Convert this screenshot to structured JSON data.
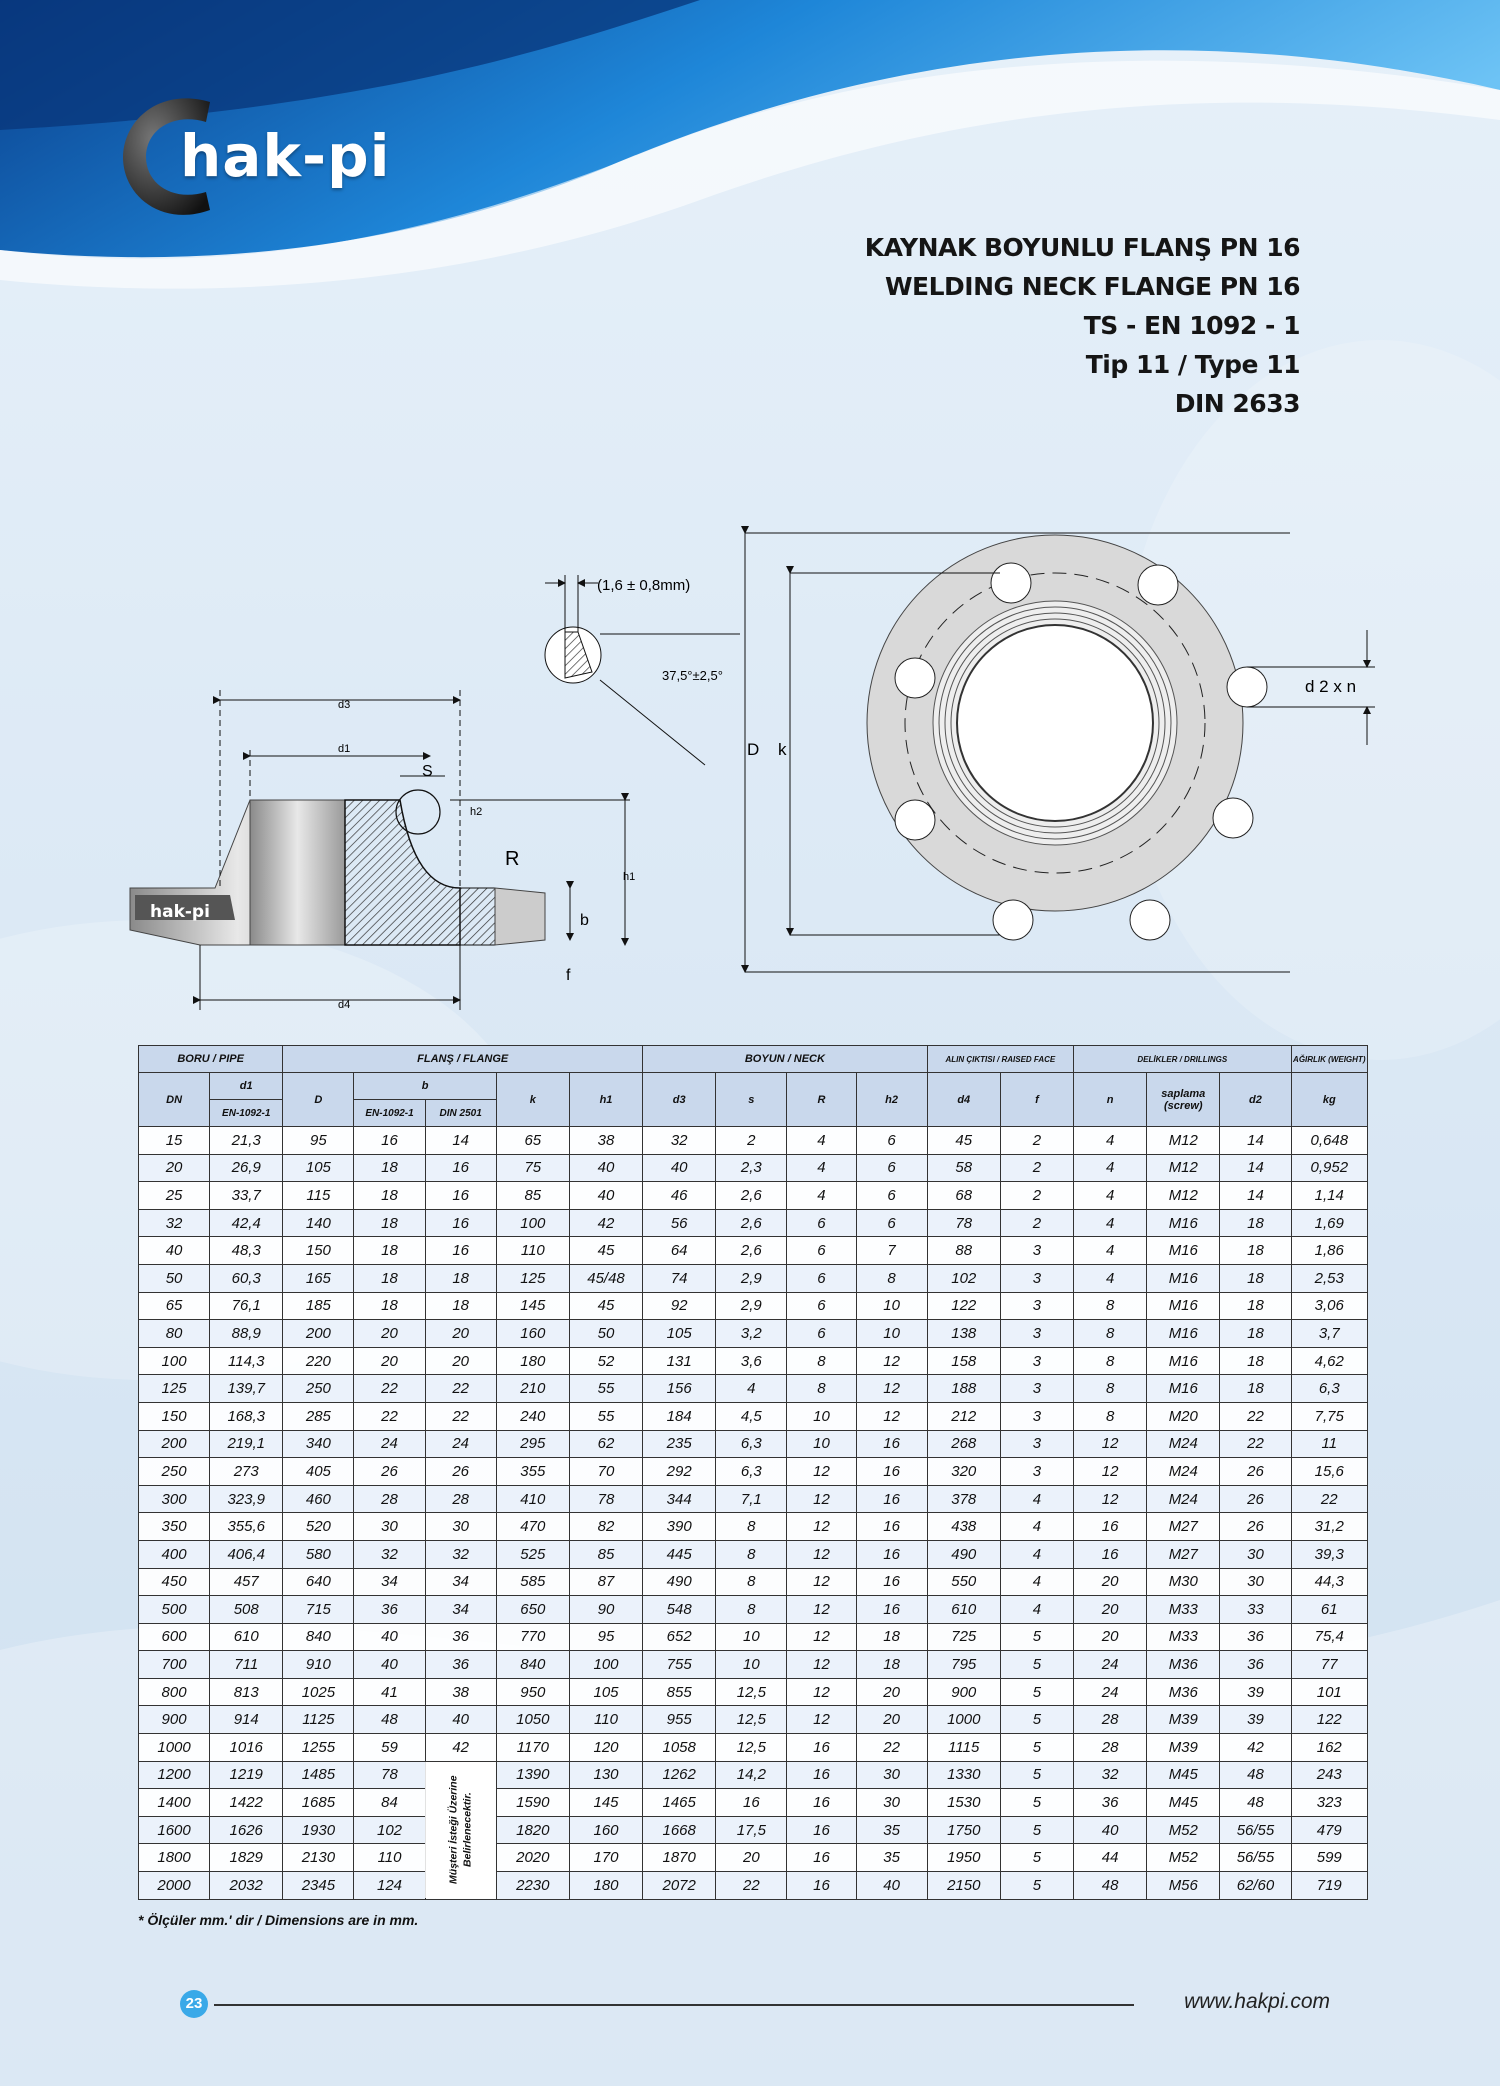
{
  "brand": {
    "logo_text": "hak-pi"
  },
  "titles": [
    "KAYNAK BOYUNLU FLANŞ PN 16",
    "WELDING NECK FLANGE PN 16",
    "TS - EN 1092 - 1",
    "Tip 11 / Type 11",
    "DIN 2633"
  ],
  "drawing": {
    "bevel_tolerance": "(1,6 ± 0,8mm)",
    "bevel_angle": "37,5°±2,5°",
    "labels": {
      "d3": "d3",
      "d1": "d1",
      "s": "S",
      "h2": "h2",
      "h1": "h1",
      "r": "R",
      "b": "b",
      "f": "f",
      "d4": "d4",
      "big_d": "D",
      "k": "k",
      "d2xn": "d 2 x n"
    },
    "body_logo": "hak-pi"
  },
  "table": {
    "groups": {
      "pipe": "BORU / PIPE",
      "flange": "FLANŞ / FLANGE",
      "neck": "BOYUN / NECK",
      "raised_face": "ALIN ÇIKTISI / RAISED FACE",
      "drillings": "DELİKLER / DRILLINGS",
      "weight": "AĞIRLIK (WEIGHT)"
    },
    "headers": {
      "dn": "DN",
      "d1": "d1",
      "en": "EN-1092-1",
      "D": "D",
      "b": "b",
      "b_en": "EN-1092-1",
      "b_din": "DIN 2501",
      "k": "k",
      "h1": "h1",
      "d3": "d3",
      "s": "s",
      "R": "R",
      "h2": "h2",
      "d4": "d4",
      "f": "f",
      "n": "n",
      "screw": "saplama (screw)",
      "d2": "d2",
      "kg": "kg"
    },
    "vertical_note": "Müşteri İsteği Üzerine Belirlenecektir.",
    "rows": [
      [
        "15",
        "21,3",
        "95",
        "16",
        "14",
        "65",
        "38",
        "32",
        "2",
        "4",
        "6",
        "45",
        "2",
        "4",
        "M12",
        "14",
        "0,648"
      ],
      [
        "20",
        "26,9",
        "105",
        "18",
        "16",
        "75",
        "40",
        "40",
        "2,3",
        "4",
        "6",
        "58",
        "2",
        "4",
        "M12",
        "14",
        "0,952"
      ],
      [
        "25",
        "33,7",
        "115",
        "18",
        "16",
        "85",
        "40",
        "46",
        "2,6",
        "4",
        "6",
        "68",
        "2",
        "4",
        "M12",
        "14",
        "1,14"
      ],
      [
        "32",
        "42,4",
        "140",
        "18",
        "16",
        "100",
        "42",
        "56",
        "2,6",
        "6",
        "6",
        "78",
        "2",
        "4",
        "M16",
        "18",
        "1,69"
      ],
      [
        "40",
        "48,3",
        "150",
        "18",
        "16",
        "110",
        "45",
        "64",
        "2,6",
        "6",
        "7",
        "88",
        "3",
        "4",
        "M16",
        "18",
        "1,86"
      ],
      [
        "50",
        "60,3",
        "165",
        "18",
        "18",
        "125",
        "45/48",
        "74",
        "2,9",
        "6",
        "8",
        "102",
        "3",
        "4",
        "M16",
        "18",
        "2,53"
      ],
      [
        "65",
        "76,1",
        "185",
        "18",
        "18",
        "145",
        "45",
        "92",
        "2,9",
        "6",
        "10",
        "122",
        "3",
        "8",
        "M16",
        "18",
        "3,06"
      ],
      [
        "80",
        "88,9",
        "200",
        "20",
        "20",
        "160",
        "50",
        "105",
        "3,2",
        "6",
        "10",
        "138",
        "3",
        "8",
        "M16",
        "18",
        "3,7"
      ],
      [
        "100",
        "114,3",
        "220",
        "20",
        "20",
        "180",
        "52",
        "131",
        "3,6",
        "8",
        "12",
        "158",
        "3",
        "8",
        "M16",
        "18",
        "4,62"
      ],
      [
        "125",
        "139,7",
        "250",
        "22",
        "22",
        "210",
        "55",
        "156",
        "4",
        "8",
        "12",
        "188",
        "3",
        "8",
        "M16",
        "18",
        "6,3"
      ],
      [
        "150",
        "168,3",
        "285",
        "22",
        "22",
        "240",
        "55",
        "184",
        "4,5",
        "10",
        "12",
        "212",
        "3",
        "8",
        "M20",
        "22",
        "7,75"
      ],
      [
        "200",
        "219,1",
        "340",
        "24",
        "24",
        "295",
        "62",
        "235",
        "6,3",
        "10",
        "16",
        "268",
        "3",
        "12",
        "M24",
        "22",
        "11"
      ],
      [
        "250",
        "273",
        "405",
        "26",
        "26",
        "355",
        "70",
        "292",
        "6,3",
        "12",
        "16",
        "320",
        "3",
        "12",
        "M24",
        "26",
        "15,6"
      ],
      [
        "300",
        "323,9",
        "460",
        "28",
        "28",
        "410",
        "78",
        "344",
        "7,1",
        "12",
        "16",
        "378",
        "4",
        "12",
        "M24",
        "26",
        "22"
      ],
      [
        "350",
        "355,6",
        "520",
        "30",
        "30",
        "470",
        "82",
        "390",
        "8",
        "12",
        "16",
        "438",
        "4",
        "16",
        "M27",
        "26",
        "31,2"
      ],
      [
        "400",
        "406,4",
        "580",
        "32",
        "32",
        "525",
        "85",
        "445",
        "8",
        "12",
        "16",
        "490",
        "4",
        "16",
        "M27",
        "30",
        "39,3"
      ],
      [
        "450",
        "457",
        "640",
        "34",
        "34",
        "585",
        "87",
        "490",
        "8",
        "12",
        "16",
        "550",
        "4",
        "20",
        "M30",
        "30",
        "44,3"
      ],
      [
        "500",
        "508",
        "715",
        "36",
        "34",
        "650",
        "90",
        "548",
        "8",
        "12",
        "16",
        "610",
        "4",
        "20",
        "M33",
        "33",
        "61"
      ],
      [
        "600",
        "610",
        "840",
        "40",
        "36",
        "770",
        "95",
        "652",
        "10",
        "12",
        "18",
        "725",
        "5",
        "20",
        "M33",
        "36",
        "75,4"
      ],
      [
        "700",
        "711",
        "910",
        "40",
        "36",
        "840",
        "100",
        "755",
        "10",
        "12",
        "18",
        "795",
        "5",
        "24",
        "M36",
        "36",
        "77"
      ],
      [
        "800",
        "813",
        "1025",
        "41",
        "38",
        "950",
        "105",
        "855",
        "12,5",
        "12",
        "20",
        "900",
        "5",
        "24",
        "M36",
        "39",
        "101"
      ],
      [
        "900",
        "914",
        "1125",
        "48",
        "40",
        "1050",
        "110",
        "955",
        "12,5",
        "12",
        "20",
        "1000",
        "5",
        "28",
        "M39",
        "39",
        "122"
      ],
      [
        "1000",
        "1016",
        "1255",
        "59",
        "42",
        "1170",
        "120",
        "1058",
        "12,5",
        "16",
        "22",
        "1115",
        "5",
        "28",
        "M39",
        "42",
        "162"
      ],
      [
        "1200",
        "1219",
        "1485",
        "78",
        "",
        "1390",
        "130",
        "1262",
        "14,2",
        "16",
        "30",
        "1330",
        "5",
        "32",
        "M45",
        "48",
        "243"
      ],
      [
        "1400",
        "1422",
        "1685",
        "84",
        "",
        "1590",
        "145",
        "1465",
        "16",
        "16",
        "30",
        "1530",
        "5",
        "36",
        "M45",
        "48",
        "323"
      ],
      [
        "1600",
        "1626",
        "1930",
        "102",
        "",
        "1820",
        "160",
        "1668",
        "17,5",
        "16",
        "35",
        "1750",
        "5",
        "40",
        "M52",
        "56/55",
        "479"
      ],
      [
        "1800",
        "1829",
        "2130",
        "110",
        "",
        "2020",
        "170",
        "1870",
        "20",
        "16",
        "35",
        "1950",
        "5",
        "44",
        "M52",
        "56/55",
        "599"
      ],
      [
        "2000",
        "2032",
        "2345",
        "124",
        "",
        "2230",
        "180",
        "2072",
        "22",
        "16",
        "40",
        "2150",
        "5",
        "48",
        "M56",
        "62/60",
        "719"
      ]
    ]
  },
  "note": "* Ölçüler mm.' dir / Dimensions are in mm.",
  "footer": {
    "page": "23",
    "url": "www.hakpi.com"
  },
  "colors": {
    "accent": "#1f7fd0",
    "page_badge": "#3aa9e8",
    "header_fill": "#c9d8ec"
  }
}
